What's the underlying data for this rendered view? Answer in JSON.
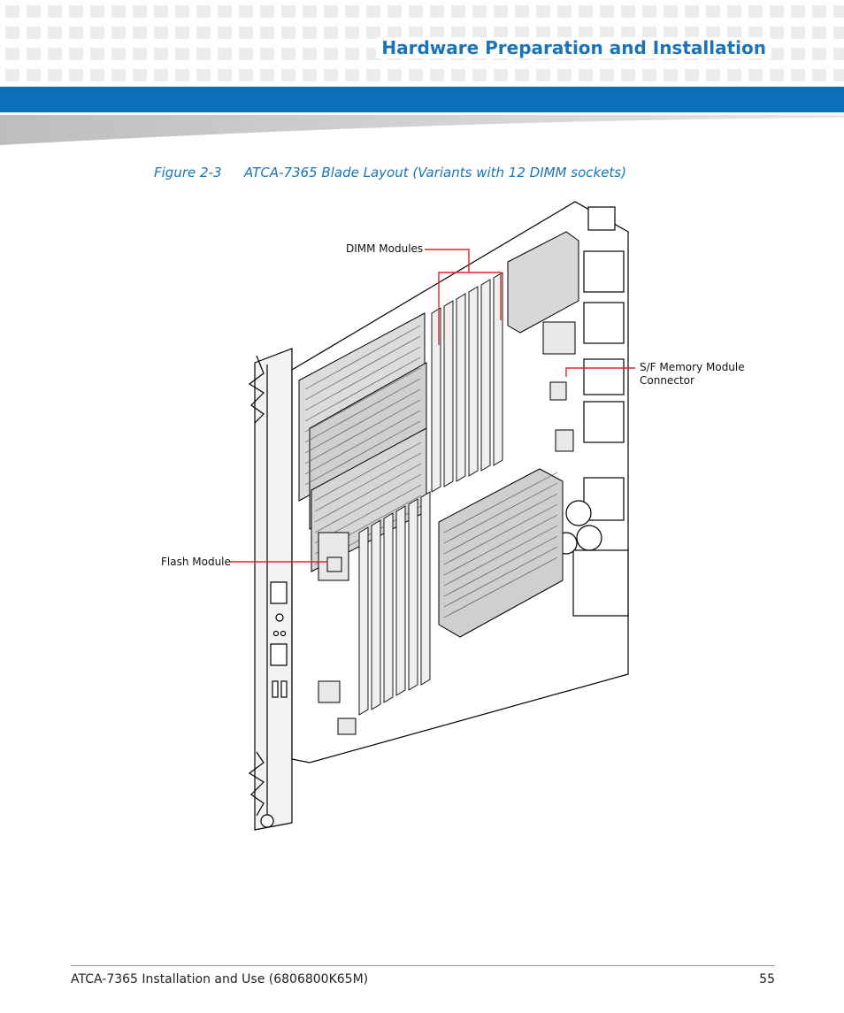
{
  "header": {
    "title": "Hardware Preparation and Installation"
  },
  "figure": {
    "number": "Figure 2-3",
    "title": "ATCA-7365 Blade Layout (Variants with 12 DIMM sockets)",
    "callouts": {
      "dimm": "DIMM Modules",
      "sf_line1": "S/F Memory Module",
      "sf_line2": "Connector",
      "flash": "Flash Module"
    },
    "callout_color": "#e0262a"
  },
  "footer": {
    "doc": "ATCA-7365 Installation and Use (6806800K65M)",
    "page": "55"
  },
  "colors": {
    "accent": "#1a74b9",
    "band": "#0b70b9"
  }
}
